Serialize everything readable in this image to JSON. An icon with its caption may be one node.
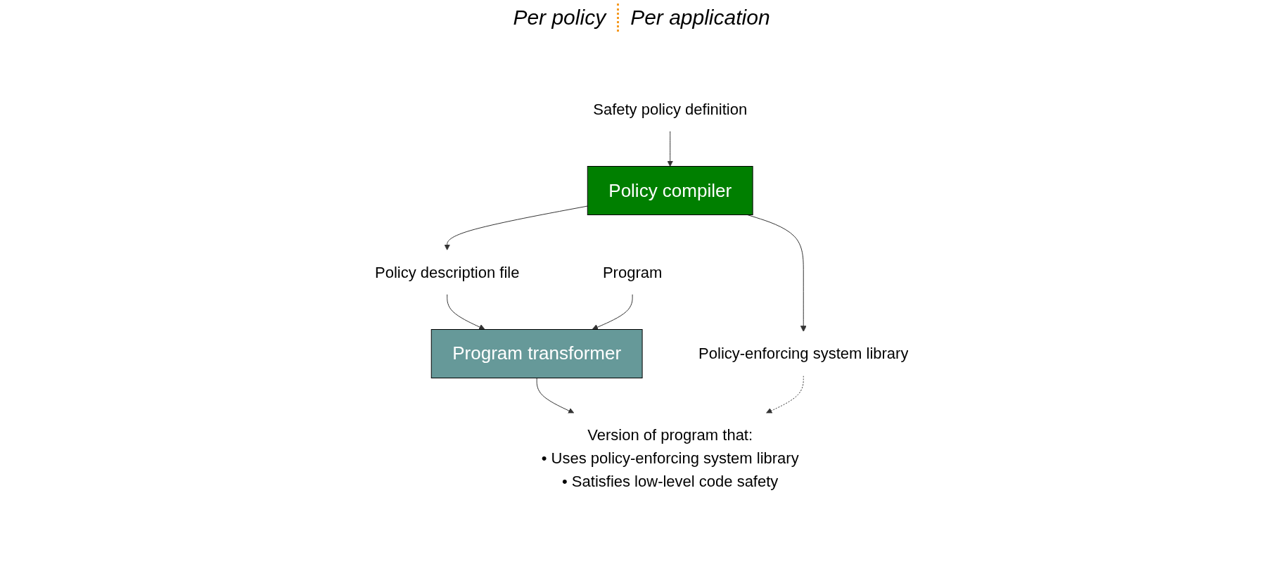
{
  "diagram": {
    "nodes": [
      {
        "text": [
          "Safety policy definition"
        ]
      },
      {
        "text": [
          "Policy compiler"
        ]
      },
      {
        "text": [
          "Policy description file"
        ]
      },
      {
        "text": [
          "Program"
        ]
      },
      {
        "text": [
          "Program transformer"
        ]
      },
      {
        "text": [
          "Policy-enforcing system library"
        ]
      },
      {
        "text": [
          "Version of program that:",
          "• Uses policy-enforcing system library",
          "• Satisfies low-level code safety"
        ]
      }
    ],
    "edges": [
      {
        "from": 0,
        "to": 1,
        "arrow": "to"
      },
      {
        "from": 1,
        "to": 2,
        "arrow": "to"
      },
      {
        "from": 2,
        "to": 4,
        "arrow": "to"
      },
      {
        "from": 3,
        "to": 4,
        "arrow": "to"
      },
      {
        "from": 1,
        "to": 5,
        "arrow": "to"
      },
      {
        "from": 4,
        "to": 6,
        "arrow": "to"
      },
      {
        "from": 5,
        "to": 6,
        "arrow": "to",
        "style": "dashed"
      }
    ],
    "labels": [
      "Per policy",
      "Per application"
    ]
  }
}
